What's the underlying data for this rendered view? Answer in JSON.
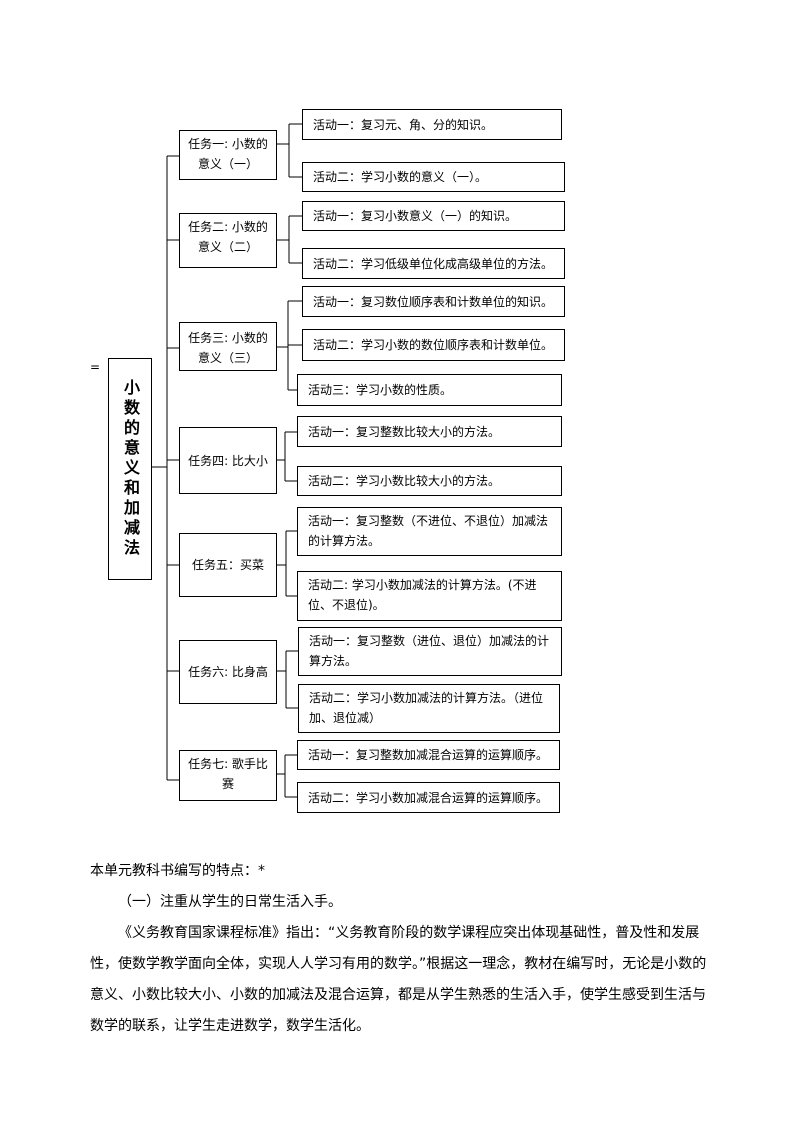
{
  "page_marker": "=",
  "root_title": "小数的意义和加减法",
  "tasks": [
    {
      "label": "任务一: 小数的意义（一）",
      "activities": [
        "活动一：复习元、角、分的知识。",
        "活动二：学习小数的意义（一）。"
      ]
    },
    {
      "label": "任务二: 小数的意义（二）",
      "activities": [
        "活动一：复习小数意义（一）的知识。",
        "活动二：学习低级单位化成高级单位的方法。"
      ]
    },
    {
      "label": "任务三: 小数的意义（三）",
      "activities": [
        "活动一：复习数位顺序表和计数单位的知识。",
        "活动二：学习小数的数位顺序表和计数单位。",
        "活动三：学习小数的性质。"
      ]
    },
    {
      "label": "任务四: 比大小",
      "activities": [
        "活动一：复习整数比较大小的方法。",
        "活动二：学习小数比较大小的方法。"
      ]
    },
    {
      "label": "任务五：买菜",
      "activities": [
        "活动一：复习整数（不进位、不退位）加减法的计算方法。",
        "活动二: 学习小数加减法的计算方法。(不进位、不退位)。"
      ]
    },
    {
      "label": "任务六: 比身高",
      "activities": [
        "活动一：复习整数（进位、退位）加减法的计算方法。",
        "活动二：学习小数加减法的计算方法。（进位加、退位减）"
      ]
    },
    {
      "label": "任务七: 歌手比赛",
      "activities": [
        "活动一：复习整数加减混合运算的运算顺序。",
        "活动二：学习小数加减混合运算的运算顺序。"
      ]
    }
  ],
  "text": {
    "heading": "本单元教科书编写的特点：*",
    "subheading": "（一）注重从学生的日常生活入手。",
    "paragraph": "《义务教育国家课程标准》指出：“义务教育阶段的数学课程应突出体现基础性，普及性和发展性，使数学教学面向全体，实现人人学习有用的数学。”根据这一理念，教材在编写时，无论是小数的意义、小数比较大小、小数的加减法及混合运算，都是从学生熟悉的生活入手，使学生感受到生活与数学的联系，让学生走进数学，数学生活化。"
  }
}
